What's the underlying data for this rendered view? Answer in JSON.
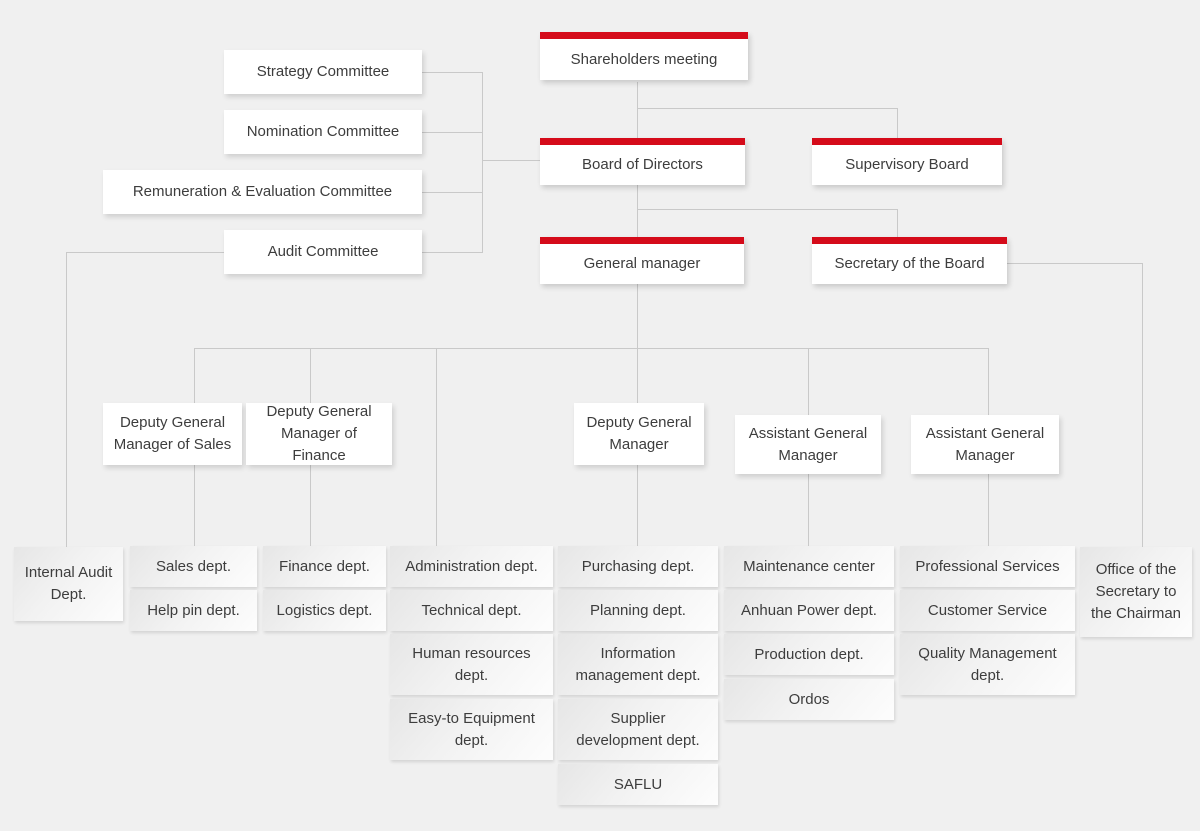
{
  "colors": {
    "accent_red": "#d50b1a",
    "connector_line": "#c9c9c9",
    "background": "#f0f0f0",
    "text": "#3d3d3d"
  },
  "chart_data": {
    "type": "org-chart",
    "title": "",
    "hierarchy": "Shareholders meeting > Board of Directors / Supervisory Board; Board of Directors > General manager / Secretary of the Board; committees attach to Board of Directors; General manager > deputies > departments"
  },
  "nodes": {
    "shareholders": {
      "label": "Shareholders meeting"
    },
    "board": {
      "label": "Board of Directors"
    },
    "supervisory": {
      "label": "Supervisory Board"
    },
    "general_manager": {
      "label": "General manager"
    },
    "secretary": {
      "label": "Secretary of the Board"
    },
    "committees": {
      "strategy": {
        "label": "Strategy Committee"
      },
      "nomination": {
        "label": "Nomination Committee"
      },
      "remuneration": {
        "label": "Remuneration & Evaluation Committee"
      },
      "audit": {
        "label": "Audit Committee"
      }
    },
    "executives": {
      "dgm_sales": {
        "label": "Deputy General Manager of Sales"
      },
      "dgm_finance": {
        "label": "Deputy General Manager of Finance"
      },
      "dgm": {
        "label": "Deputy General Manager"
      },
      "agm1": {
        "label": "Assistant General Manager"
      },
      "agm2": {
        "label": "Assistant General Manager"
      }
    },
    "departments": {
      "internal_audit": {
        "label": "Internal Audit Dept."
      },
      "sales": {
        "label": "Sales dept."
      },
      "help_pin": {
        "label": "Help pin dept."
      },
      "finance": {
        "label": "Finance dept."
      },
      "logistics": {
        "label": "Logistics dept."
      },
      "administration": {
        "label": "Administration dept."
      },
      "technical": {
        "label": "Technical dept."
      },
      "hr": {
        "label": "Human resources dept."
      },
      "easy_to": {
        "label": "Easy-to Equipment dept."
      },
      "purchasing": {
        "label": "Purchasing dept."
      },
      "planning": {
        "label": "Planning dept."
      },
      "info_mgmt": {
        "label": "Information management dept."
      },
      "supplier_dev": {
        "label": "Supplier development dept."
      },
      "saflu": {
        "label": "SAFLU"
      },
      "maintenance": {
        "label": "Maintenance center"
      },
      "anhuan_power": {
        "label": "Anhuan Power dept."
      },
      "production": {
        "label": "Production dept."
      },
      "ordos": {
        "label": "Ordos"
      },
      "professional": {
        "label": "Professional Services"
      },
      "customer_service": {
        "label": "Customer Service"
      },
      "quality": {
        "label": "Quality Management dept."
      },
      "office_secretary": {
        "label": "Office of the Secretary to the Chairman"
      }
    }
  }
}
